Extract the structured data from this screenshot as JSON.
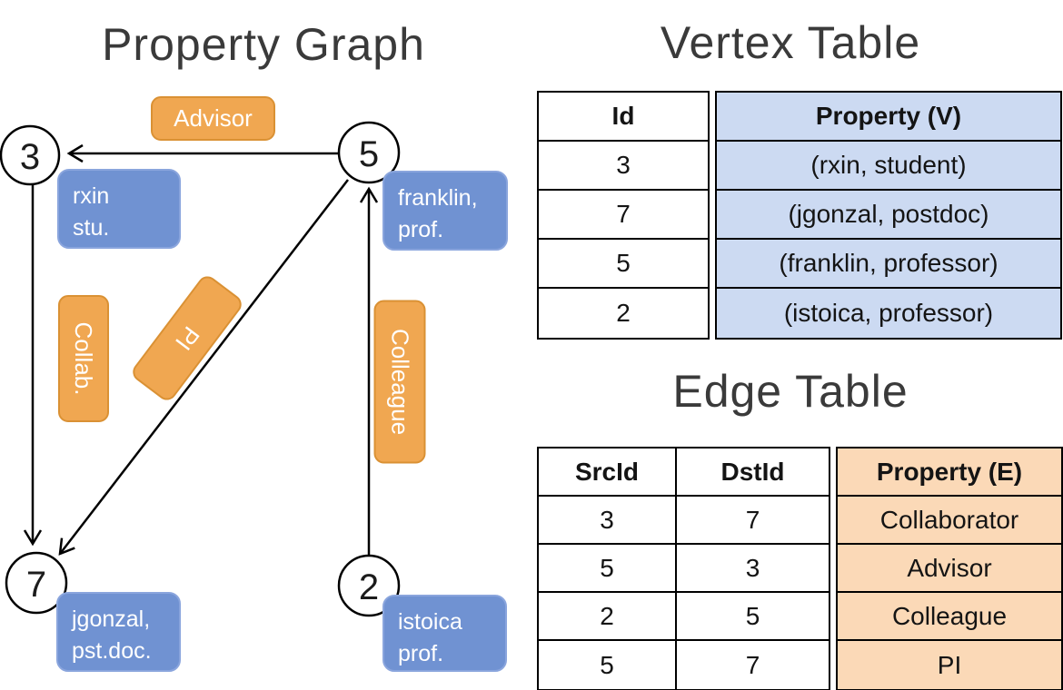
{
  "titles": {
    "graph": "Property Graph",
    "vertex_table": "Vertex Table",
    "edge_table": "Edge Table"
  },
  "graph": {
    "nodes": [
      {
        "id": "3",
        "line1": "rxin",
        "line2": "stu."
      },
      {
        "id": "5",
        "line1": "franklin,",
        "line2": "prof."
      },
      {
        "id": "7",
        "line1": "jgonzal,",
        "line2": "pst.doc."
      },
      {
        "id": "2",
        "line1": "istoica",
        "line2": "prof."
      }
    ],
    "edge_labels": {
      "advisor": "Advisor",
      "collab": "Collab.",
      "pi": "PI",
      "colleague": "Colleague"
    },
    "edges": [
      {
        "from": "5",
        "to": "3",
        "label": "Advisor"
      },
      {
        "from": "3",
        "to": "7",
        "label": "Collab."
      },
      {
        "from": "5",
        "to": "7",
        "label": "PI"
      },
      {
        "from": "2",
        "to": "5",
        "label": "Colleague"
      }
    ]
  },
  "vertex_table": {
    "columns": {
      "id": "Id",
      "property": "Property (V)"
    },
    "rows": [
      {
        "id": "3",
        "property": "(rxin, student)"
      },
      {
        "id": "7",
        "property": "(jgonzal, postdoc)"
      },
      {
        "id": "5",
        "property": "(franklin, professor)"
      },
      {
        "id": "2",
        "property": "(istoica, professor)"
      }
    ]
  },
  "edge_table": {
    "columns": {
      "src": "SrcId",
      "dst": "DstId",
      "property": "Property (E)"
    },
    "rows": [
      {
        "src": "3",
        "dst": "7",
        "property": "Collaborator"
      },
      {
        "src": "5",
        "dst": "3",
        "property": "Advisor"
      },
      {
        "src": "2",
        "dst": "5",
        "property": "Colleague"
      },
      {
        "src": "5",
        "dst": "7",
        "property": "PI"
      }
    ]
  },
  "colors": {
    "edge_label_fill": "#F0A751",
    "edge_label_border": "#DA9134",
    "vertex_label_fill": "#7092D2",
    "vertex_label_border": "#8AA5DD",
    "vertex_table_fill": "#CCDAF2",
    "edge_table_fill": "#FBD9B7",
    "line_color": "#000000",
    "title_color": "#3a3a3a"
  }
}
